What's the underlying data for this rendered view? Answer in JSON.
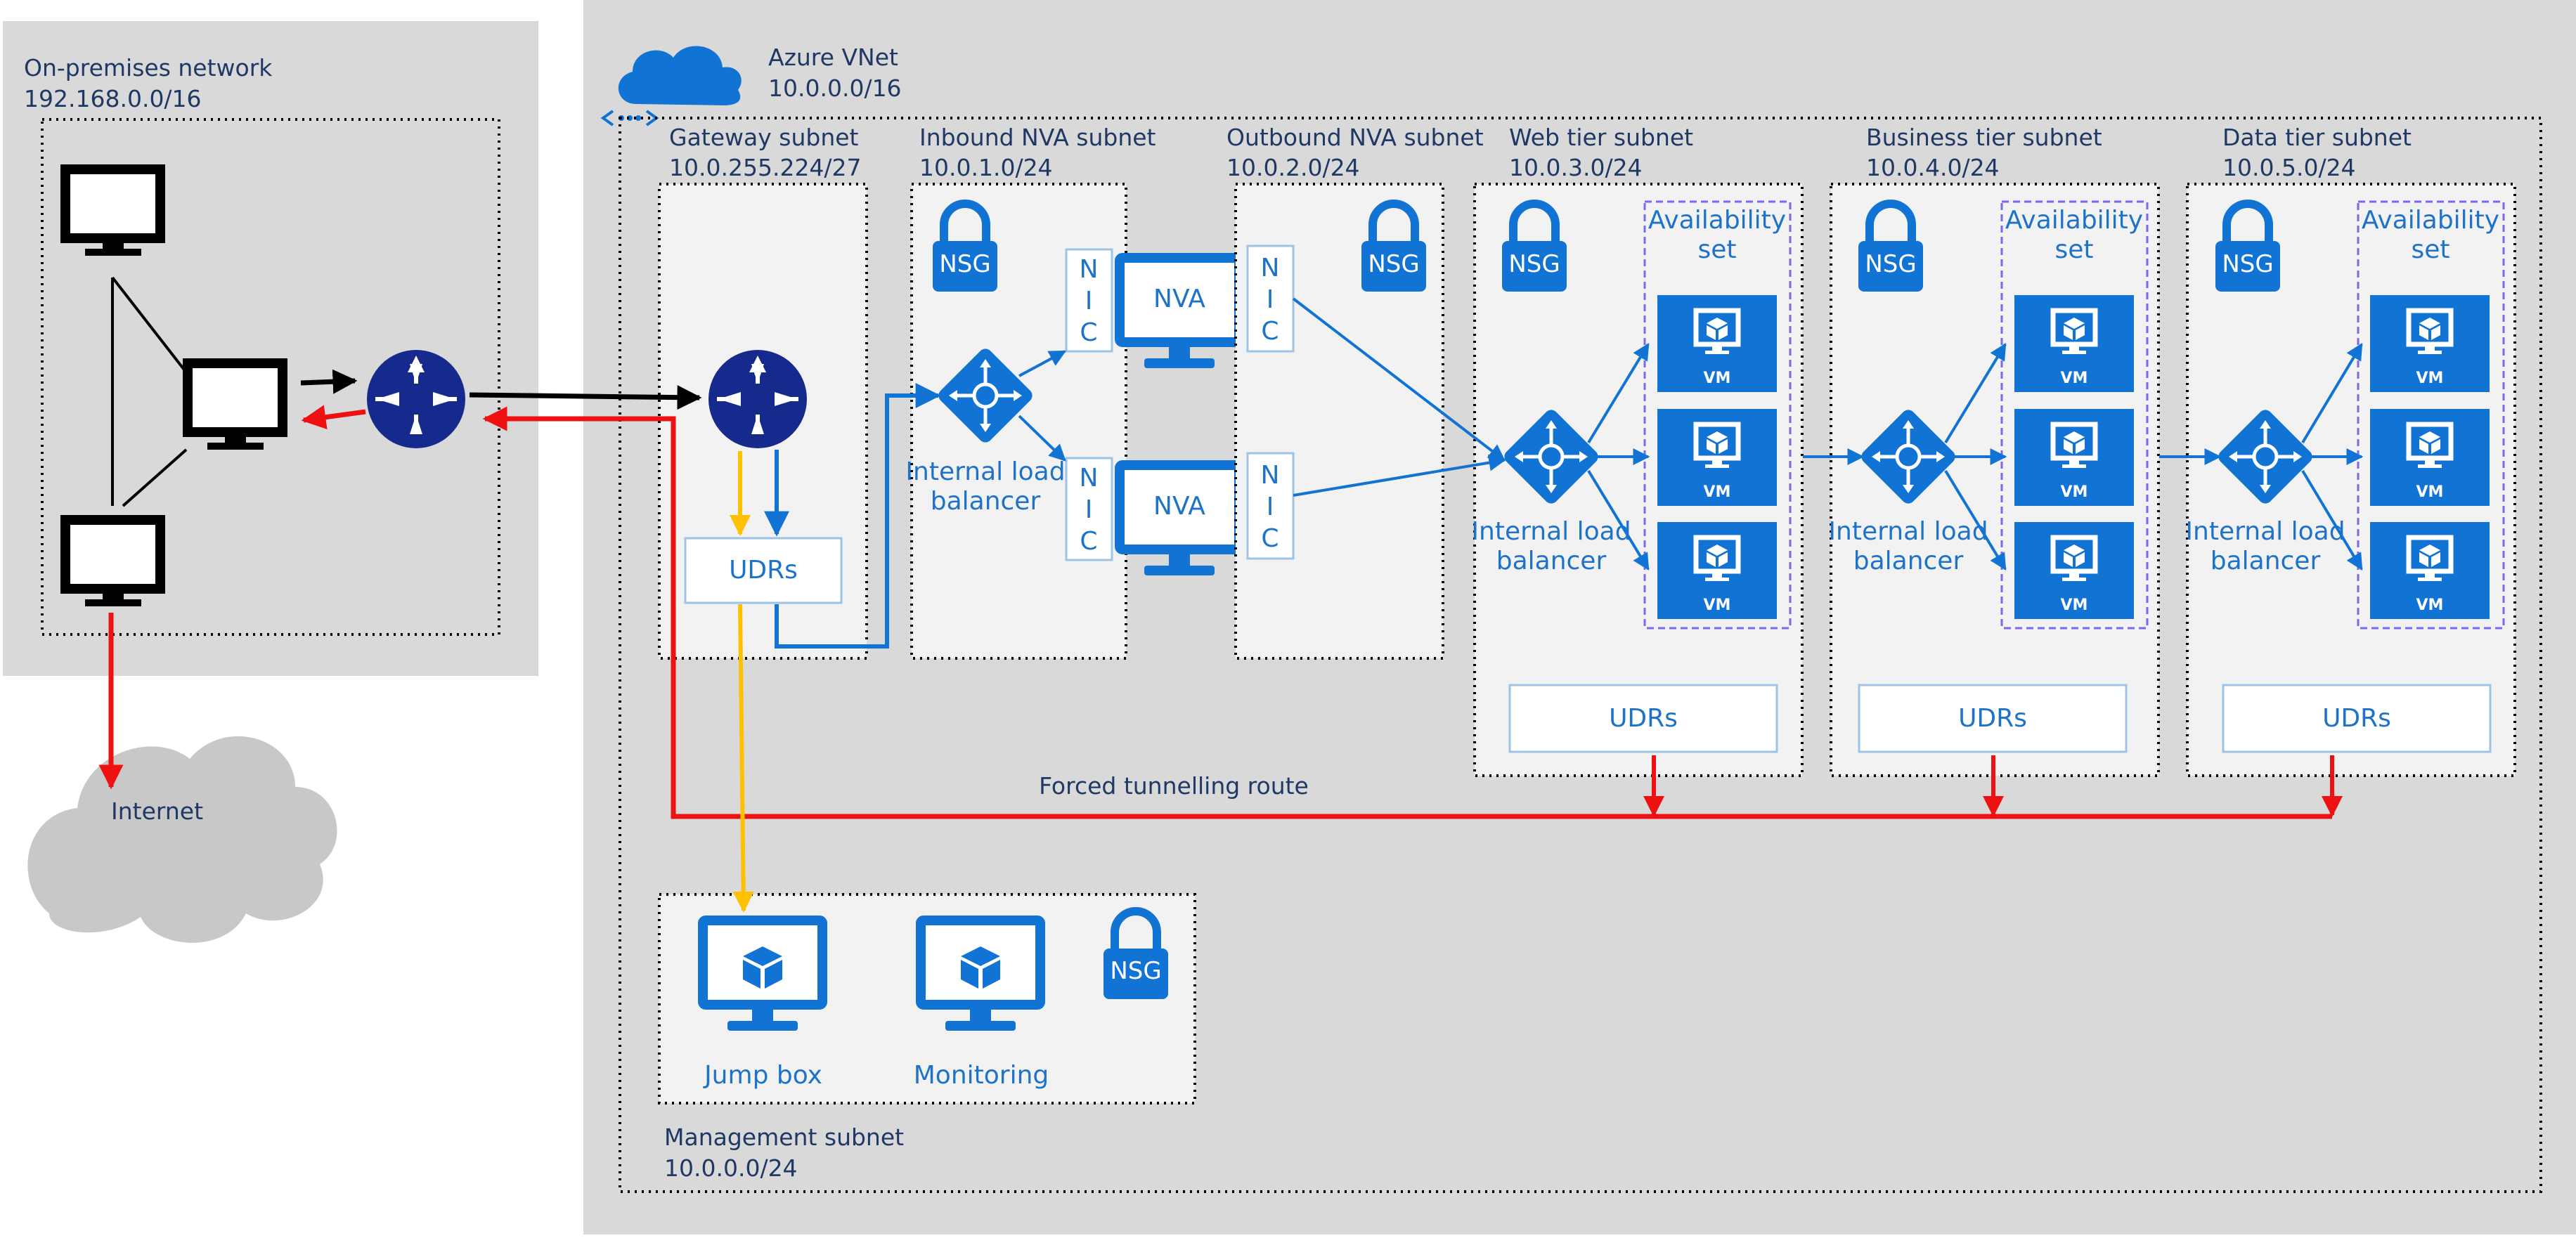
{
  "colors": {
    "panel_grey": "#d9d9d9",
    "subnet_grey": "#f2f2f2",
    "azure_blue": "#1173d4",
    "navy_text": "#1f3864",
    "router_navy": "#152a8c",
    "route_red": "#ee1111",
    "route_yellow": "#ffc000",
    "route_black": "#000000",
    "availability_border": "#7b68ee"
  },
  "onprem": {
    "title": "On-premises network",
    "cidr": "192.168.0.0/16",
    "internet_label": "Internet"
  },
  "vnet": {
    "title": "Azure VNet",
    "cidr": "10.0.0.0/16"
  },
  "subnets": {
    "gateway": {
      "name": "Gateway subnet",
      "cidr": "10.0.255.224/27",
      "udr": "UDRs"
    },
    "inbound": {
      "name": "Inbound NVA subnet",
      "cidr": "10.0.1.0/24",
      "lb_line1": "Internal load",
      "lb_line2": "balancer"
    },
    "outbound": {
      "name": "Outbound NVA subnet",
      "cidr": "10.0.2.0/24"
    },
    "web": {
      "name": "Web tier subnet",
      "cidr": "10.0.3.0/24",
      "lb_line1": "Internal load",
      "lb_line2": "balancer",
      "avail_line1": "Availability",
      "avail_line2": "set",
      "udr": "UDRs"
    },
    "business": {
      "name": "Business tier subnet",
      "cidr": "10.0.4.0/24",
      "lb_line1": "Internal load",
      "lb_line2": "balancer",
      "avail_line1": "Availability",
      "avail_line2": "set",
      "udr": "UDRs"
    },
    "data": {
      "name": "Data tier subnet",
      "cidr": "10.0.5.0/24",
      "lb_line1": "Internal load",
      "lb_line2": "balancer",
      "avail_line1": "Availability",
      "avail_line2": "set",
      "udr": "UDRs"
    },
    "management": {
      "name": "Management subnet",
      "cidr": "10.0.0.0/24",
      "jumpbox": "Jump box",
      "monitoring": "Monitoring"
    }
  },
  "labels": {
    "nsg": "NSG",
    "nva": "NVA",
    "vm": "VM",
    "nic_letters": [
      "N",
      "I",
      "C"
    ],
    "forced_tunnelling": "Forced tunnelling route"
  },
  "icons": [
    "cloud-icon",
    "vnet-peering-icon",
    "router-icon",
    "monitor-icon",
    "lock-icon",
    "load-balancer-icon",
    "vm-icon",
    "cube-icon"
  ]
}
